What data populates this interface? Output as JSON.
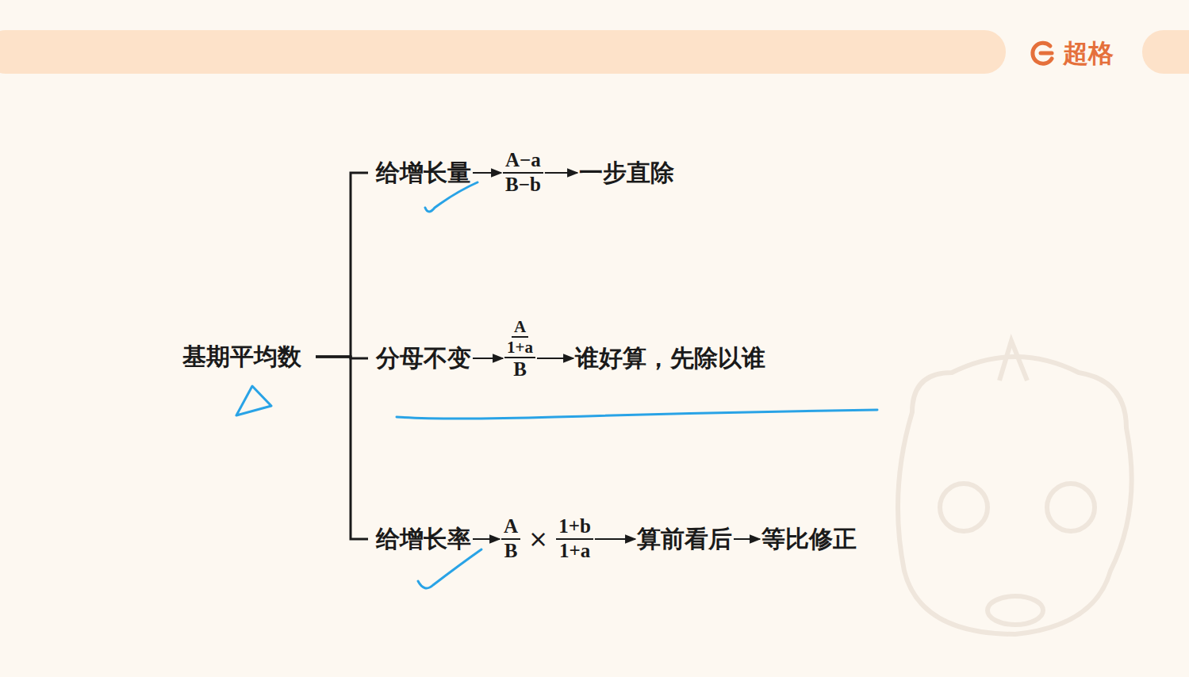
{
  "diagram": {
    "nodes": [
      {
        "text": [
          "基期平均数"
        ]
      },
      {
        "text": [
          "给增长量"
        ]
      },
      {
        "text": [
          "A−a",
          "B−b"
        ]
      },
      {
        "text": [
          "一步直除"
        ]
      },
      {
        "text": [
          "分母不变"
        ]
      },
      {
        "text": [
          "A",
          "1+a",
          "B"
        ]
      },
      {
        "text": [
          "谁好算，先除以谁"
        ]
      },
      {
        "text": [
          "给增长率"
        ]
      },
      {
        "text": [
          "A",
          "B",
          "×",
          "1+b",
          "1+a"
        ]
      },
      {
        "text": [
          "算前看后"
        ]
      },
      {
        "text": [
          "等比修正"
        ]
      }
    ],
    "edges": [
      {
        "from": 0,
        "to": 1,
        "arrow": "none"
      },
      {
        "from": 0,
        "to": 4,
        "arrow": "none"
      },
      {
        "from": 0,
        "to": 7,
        "arrow": "none"
      },
      {
        "from": 1,
        "to": 2,
        "arrow": "to"
      },
      {
        "from": 2,
        "to": 3,
        "arrow": "to"
      },
      {
        "from": 4,
        "to": 5,
        "arrow": "to"
      },
      {
        "from": 5,
        "to": 6,
        "arrow": "to"
      },
      {
        "from": 7,
        "to": 8,
        "arrow": "to"
      },
      {
        "from": 8,
        "to": 9,
        "arrow": "to"
      },
      {
        "from": 9,
        "to": 10,
        "arrow": "to"
      }
    ],
    "labels": [
      "超格"
    ]
  }
}
